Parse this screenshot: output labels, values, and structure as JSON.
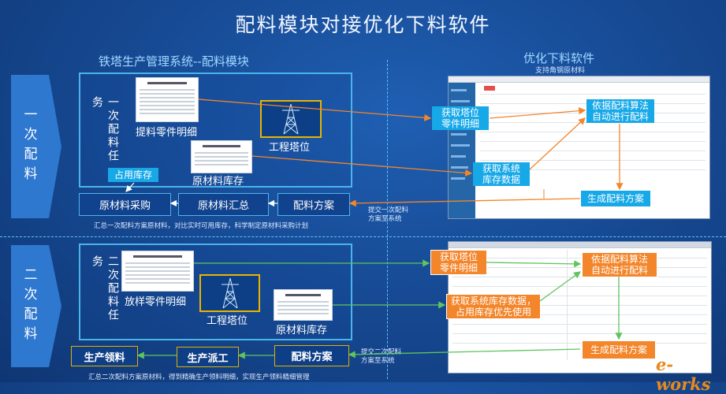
{
  "title": "配料模块对接优化下料软件",
  "left_section_title": "铁塔生产管理系统--配料模块",
  "right_section_title": "优化下料软件",
  "right_section_subtitle": "支持角钢原材料",
  "stage1": {
    "label": "一次配料",
    "task_label": "一次配料任务",
    "parts_label": "提料零件明细",
    "tower_label": "工程塔位",
    "stock_label": "原材料库存",
    "occupy_label": "占用库存",
    "purchase_box": "原材料采购",
    "summary_box": "原材料汇总",
    "plan_box": "配料方案",
    "submit_note": "提交一次配料\n方案至系统",
    "footer_note": "汇总一次配料方案原材料，对比实时可用库存，科学制定原材料采购计划",
    "tag_get_parts": "获取塔位\n零件明细",
    "tag_get_stock": "获取系统\n库存数据",
    "tag_algo": "依据配料算法\n自动进行配料",
    "tag_generate": "生成配料方案"
  },
  "stage2": {
    "label": "二次配料",
    "task_label": "二次配料任务",
    "parts_label": "放样零件明细",
    "tower_label": "工程塔位",
    "stock_label": "原材料库存",
    "picking_box": "生产领料",
    "dispatch_box": "生产派工",
    "plan_box": "配料方案",
    "submit_note": "提交二次配料\n方案至系统",
    "footer_note": "汇总二次配料方案原材料，得到精确生产领料明细，实现生产领料精细管理",
    "tag_get_parts": "获取塔位\n零件明细",
    "tag_get_stock": "获取系统库存数据，\n占用库存优先使用",
    "tag_algo": "依据配料算法\n自动进行配料",
    "tag_generate": "生成配料方案"
  },
  "logo_text": "e-works",
  "colors": {
    "orange": "#f3852a",
    "blue_tag": "#17a8e8",
    "gold": "#e9b400",
    "frame": "#49b5ea"
  }
}
